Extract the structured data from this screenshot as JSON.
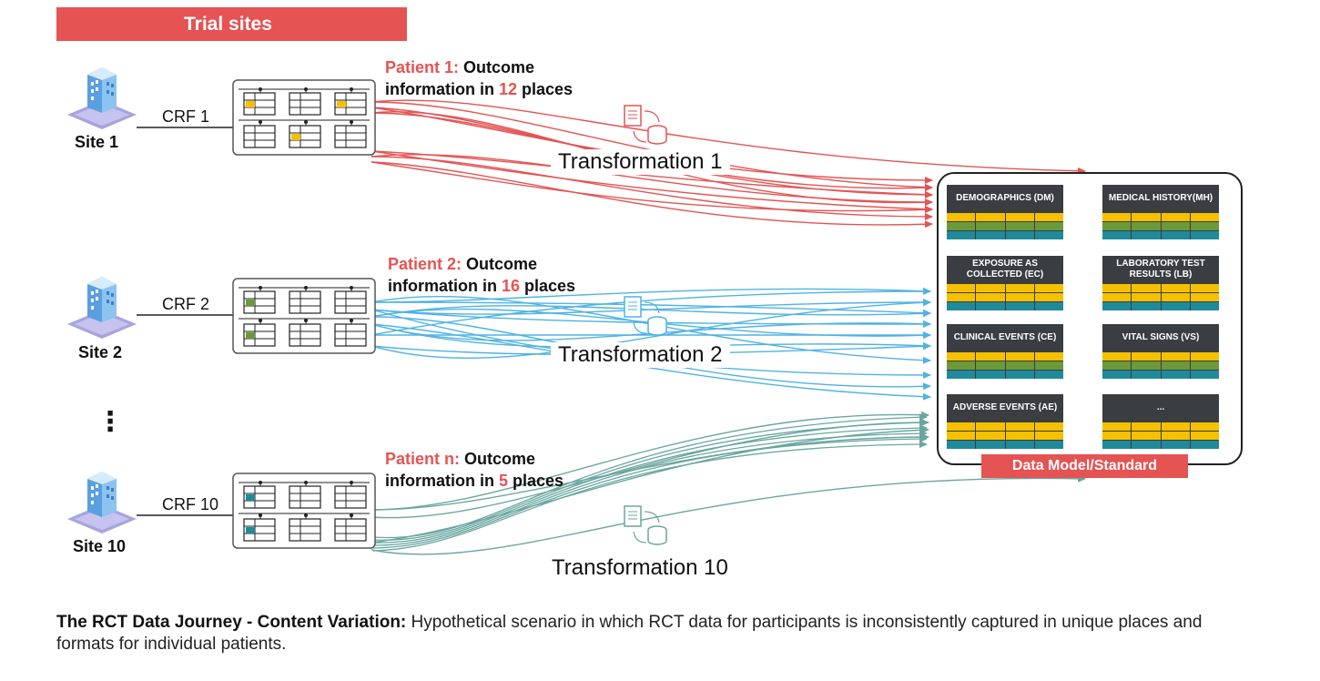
{
  "banner": {
    "title": "Trial sites"
  },
  "colors": {
    "site1": "#e55353",
    "site2": "#4fb3e3",
    "site10": "#6aa6a0",
    "yellow": "#f5c000",
    "green": "#6b9a3a",
    "teal": "#1f8a9a"
  },
  "sites": [
    {
      "label": "Site 1",
      "crf": "CRF 1",
      "patient_prefix": "Patient 1:",
      "line1_rest": " Outcome",
      "line2_pre": "information in ",
      "count": "12",
      "line2_post": " places",
      "transformation": "Transformation 1"
    },
    {
      "label": "Site 2",
      "crf": "CRF 2",
      "patient_prefix": "Patient 2:",
      "line1_rest": " Outcome",
      "line2_pre": "information in ",
      "count": "16",
      "line2_post": " places",
      "transformation": "Transformation 2"
    },
    {
      "label": "Site 10",
      "crf": "CRF 10",
      "patient_prefix": "Patient n:",
      "line1_rest": " Outcome",
      "line2_pre": "information in ",
      "count": "5",
      "line2_post": " places",
      "transformation": "Transformation 10"
    }
  ],
  "ellipsis": "⋮",
  "data_model": {
    "title": "Data Model/Standard",
    "domains": [
      {
        "label": "DEMOGRAPHICS (DM)"
      },
      {
        "label": "MEDICAL HISTORY(MH)"
      },
      {
        "label": "EXPOSURE AS COLLECTED (EC)"
      },
      {
        "label": "LABORATORY TEST RESULTS (LB)"
      },
      {
        "label": "CLINICAL EVENTS (CE)"
      },
      {
        "label": "VITAL SIGNS (VS)"
      },
      {
        "label": "ADVERSE EVENTS (AE)"
      },
      {
        "label": "..."
      }
    ]
  },
  "caption": {
    "title": "The RCT Data Journey - Content Variation:",
    "text": " Hypothetical scenario in which RCT data for participants is inconsistently captured in unique places and formats for individual patients."
  }
}
